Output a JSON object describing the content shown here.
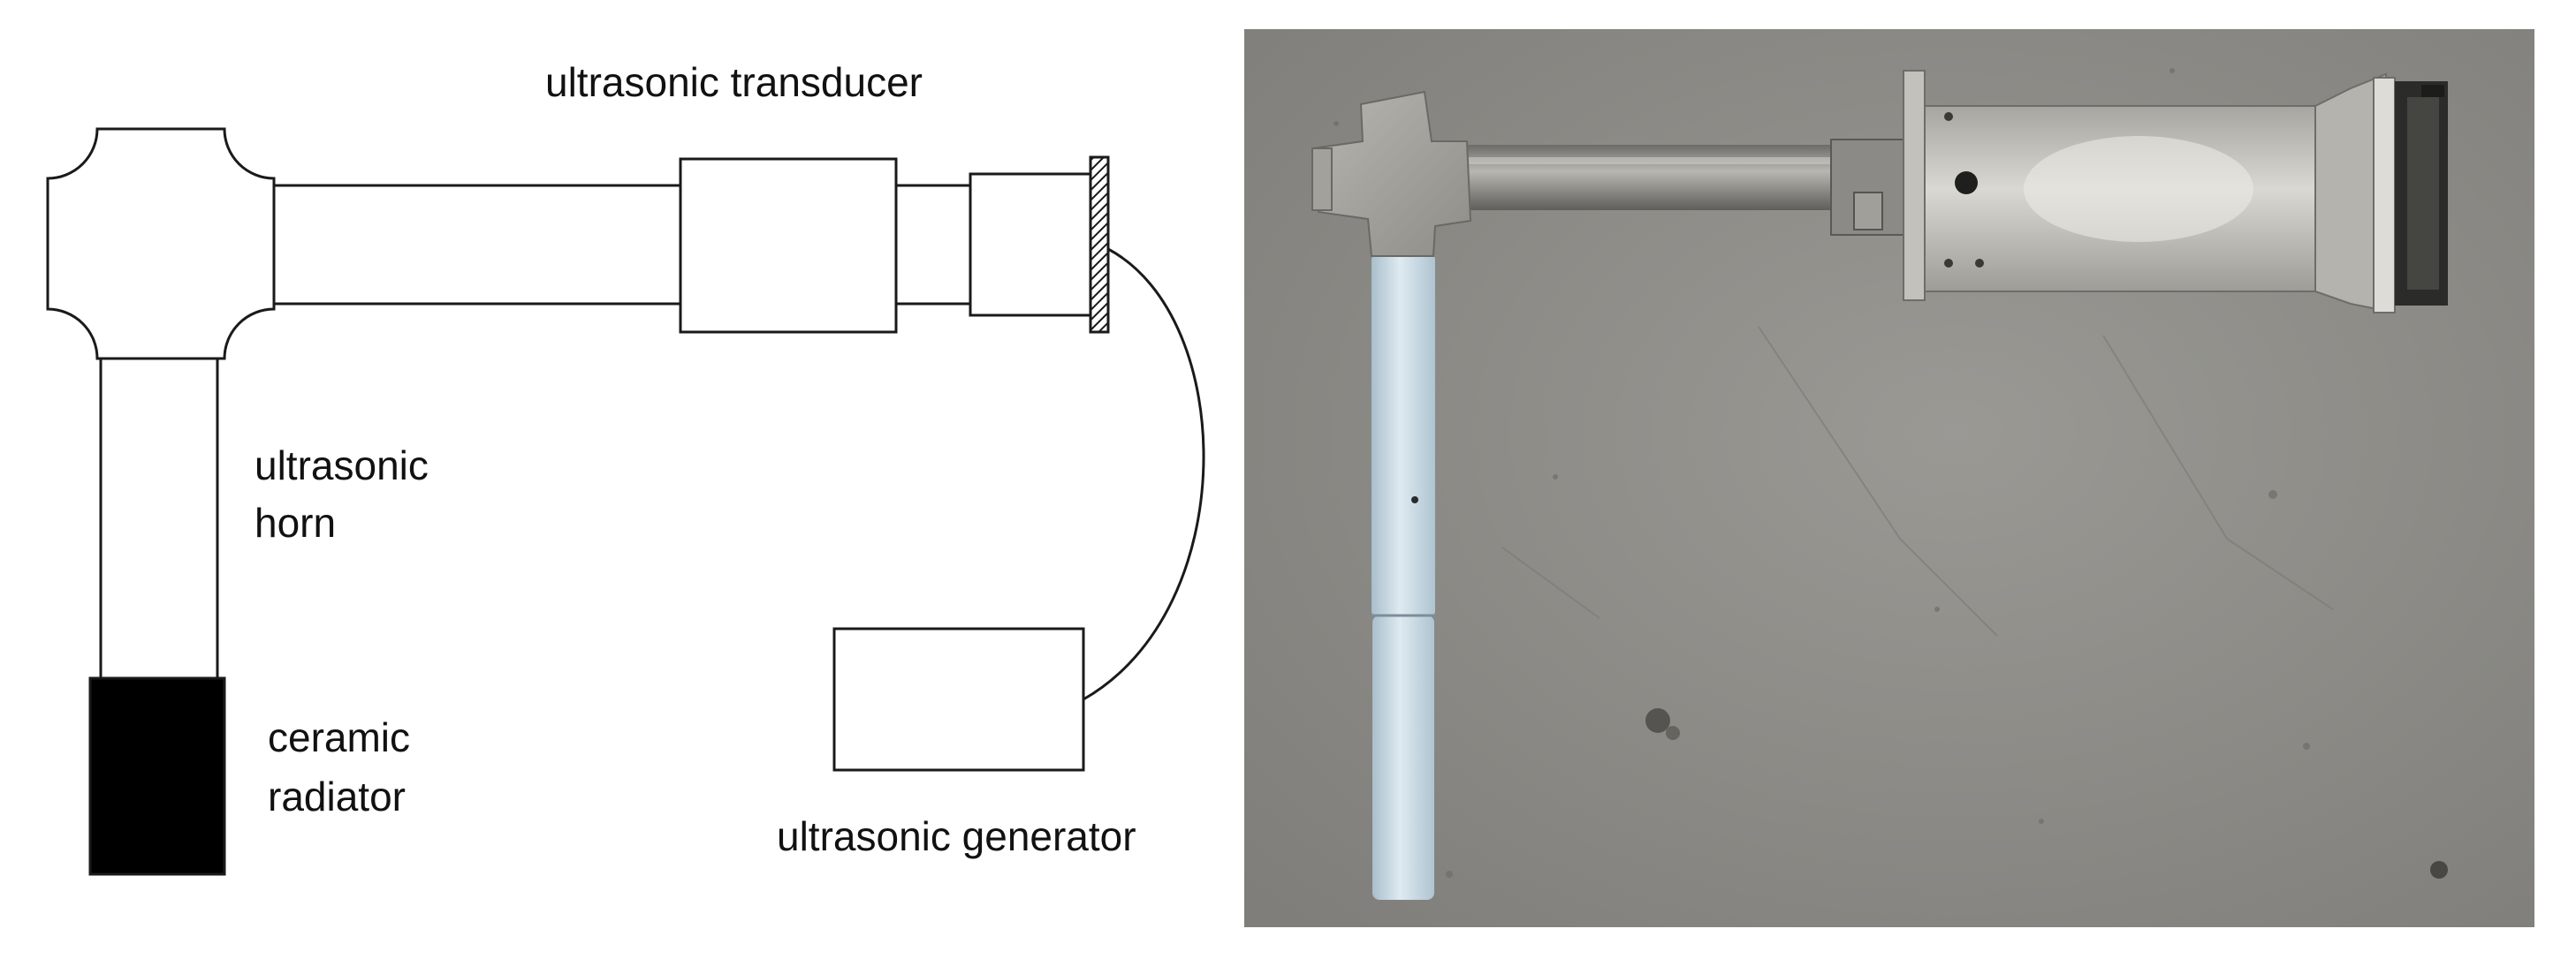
{
  "diagram": {
    "labels": {
      "transducer": "ultrasonic transducer",
      "horn_line1": "ultrasonic",
      "horn_line2": "horn",
      "radiator_line1": "ceramic",
      "radiator_line2": "radiator",
      "generator": "ultrasonic generator"
    }
  },
  "colors": {
    "stroke": "#1a1a1a",
    "radiator_fill": "#000000",
    "floor": "#8f8e8a",
    "metal": "#b9b8b4",
    "tube": "#c9dbe6"
  }
}
